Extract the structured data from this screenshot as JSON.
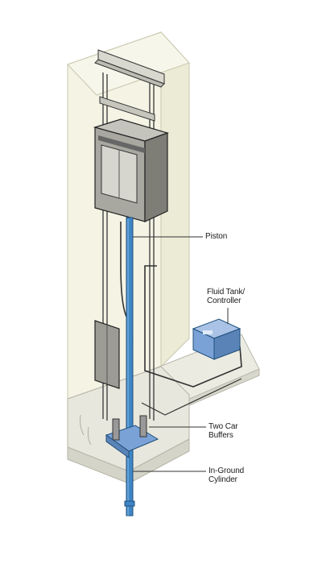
{
  "labels": {
    "piston": "Piston",
    "fluid_tank_line1": "Fluid Tank/",
    "fluid_tank_line2": "Controller",
    "car_buffers_line1": "Two Car",
    "car_buffers_line2": "Buffers",
    "cylinder_line1": "In-Ground",
    "cylinder_line2": "Cylinder"
  },
  "colors": {
    "shaft_fill": "#f4f3e4",
    "shaft_edge": "#c9c8b0",
    "piston": "#3f86c6",
    "tank": "#7aa2d6",
    "car": "#9a9a92",
    "outline": "#333333"
  }
}
